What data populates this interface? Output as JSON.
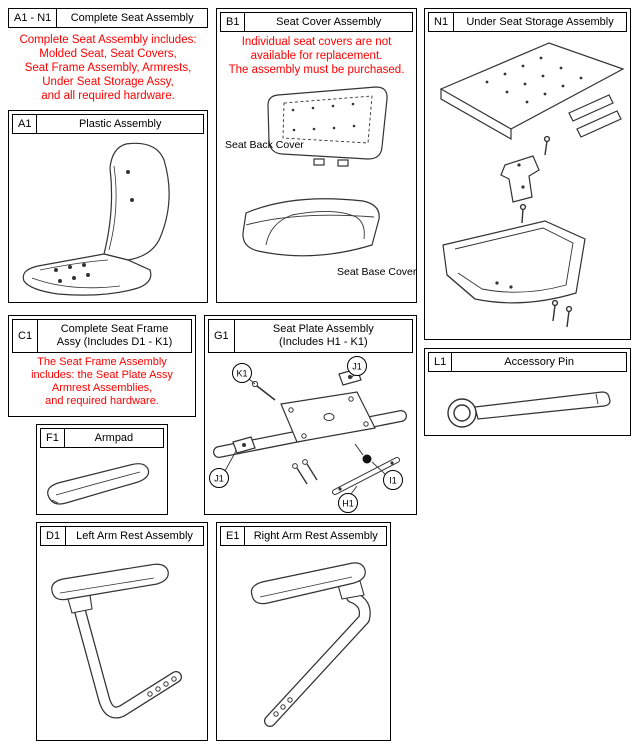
{
  "palette": {
    "border": "#000000",
    "note_red": "#ff0000",
    "line_art": "#333333"
  },
  "panels": {
    "complete_seat": {
      "code": "A1 - N1",
      "title": "Complete Seat Assembly",
      "note": "Complete Seat Assembly includes:\nMolded Seat, Seat Covers,\nSeat Frame Assembly, Armrests,\nUnder Seat Storage Assy,\nand all required hardware."
    },
    "plastic_assembly": {
      "code": "A1",
      "title": "Plastic Assembly"
    },
    "seat_cover": {
      "code": "B1",
      "title": "Seat Cover Assembly",
      "note": "Individual seat covers are not\navailable for replacement.\nThe assembly must be purchased.",
      "caption_back": "Seat Back Cover",
      "caption_base": "Seat Base Cover"
    },
    "under_seat_storage": {
      "code": "N1",
      "title": "Under Seat Storage Assembly"
    },
    "seat_frame": {
      "code": "C1",
      "title": "Complete Seat Frame\nAssy (Includes D1 - K1)",
      "note": "The Seat Frame Assembly\nincludes: the Seat Plate Assy\nArmrest Assemblies,\nand required hardware."
    },
    "armpad": {
      "code": "F1",
      "title": "Armpad"
    },
    "seat_plate": {
      "code": "G1",
      "title": "Seat Plate Assembly\n(Includes H1 - K1)",
      "callouts": {
        "k1": "K1",
        "j1_top": "J1",
        "j1_left": "J1",
        "i1": "I1",
        "h1": "H1"
      }
    },
    "accessory_pin": {
      "code": "L1",
      "title": "Accessory Pin"
    },
    "left_armrest": {
      "code": "D1",
      "title": "Left Arm Rest Assembly"
    },
    "right_armrest": {
      "code": "E1",
      "title": "Right Arm Rest Assembly"
    }
  }
}
